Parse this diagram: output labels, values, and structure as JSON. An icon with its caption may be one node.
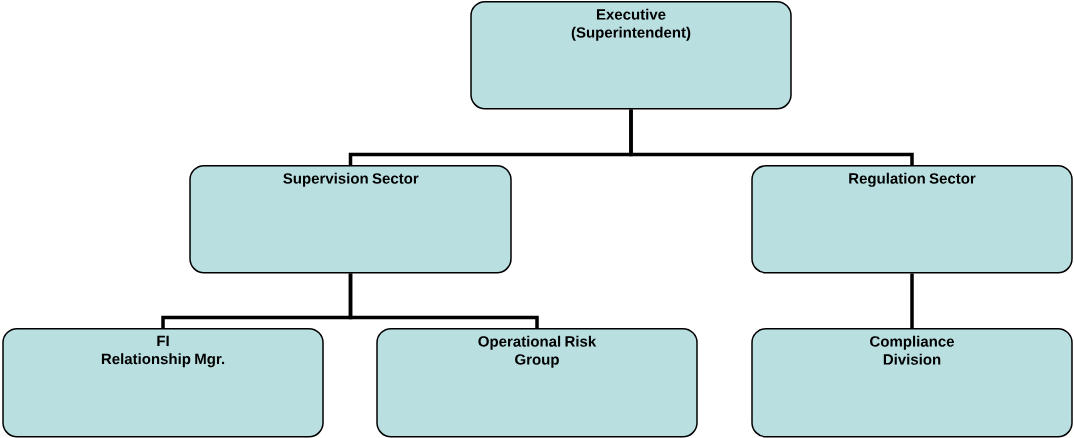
{
  "diagram": {
    "nodes": [
      {
        "text": [
          "Executive (Superintendent)"
        ]
      },
      {
        "text": [
          "Supervision Sector"
        ]
      },
      {
        "text": [
          "Regulation Sector"
        ]
      },
      {
        "text": [
          "FI Relationship Mgr."
        ]
      },
      {
        "text": [
          "Operational Risk Group"
        ]
      },
      {
        "text": [
          "Compliance Division"
        ]
      }
    ],
    "edges": [
      {
        "from": 0,
        "to": 1,
        "arrow": "none"
      },
      {
        "from": 0,
        "to": 2,
        "arrow": "none"
      },
      {
        "from": 1,
        "to": 3,
        "arrow": "none"
      },
      {
        "from": 1,
        "to": 4,
        "arrow": "none"
      },
      {
        "from": 2,
        "to": 5,
        "arrow": "none"
      }
    ]
  }
}
